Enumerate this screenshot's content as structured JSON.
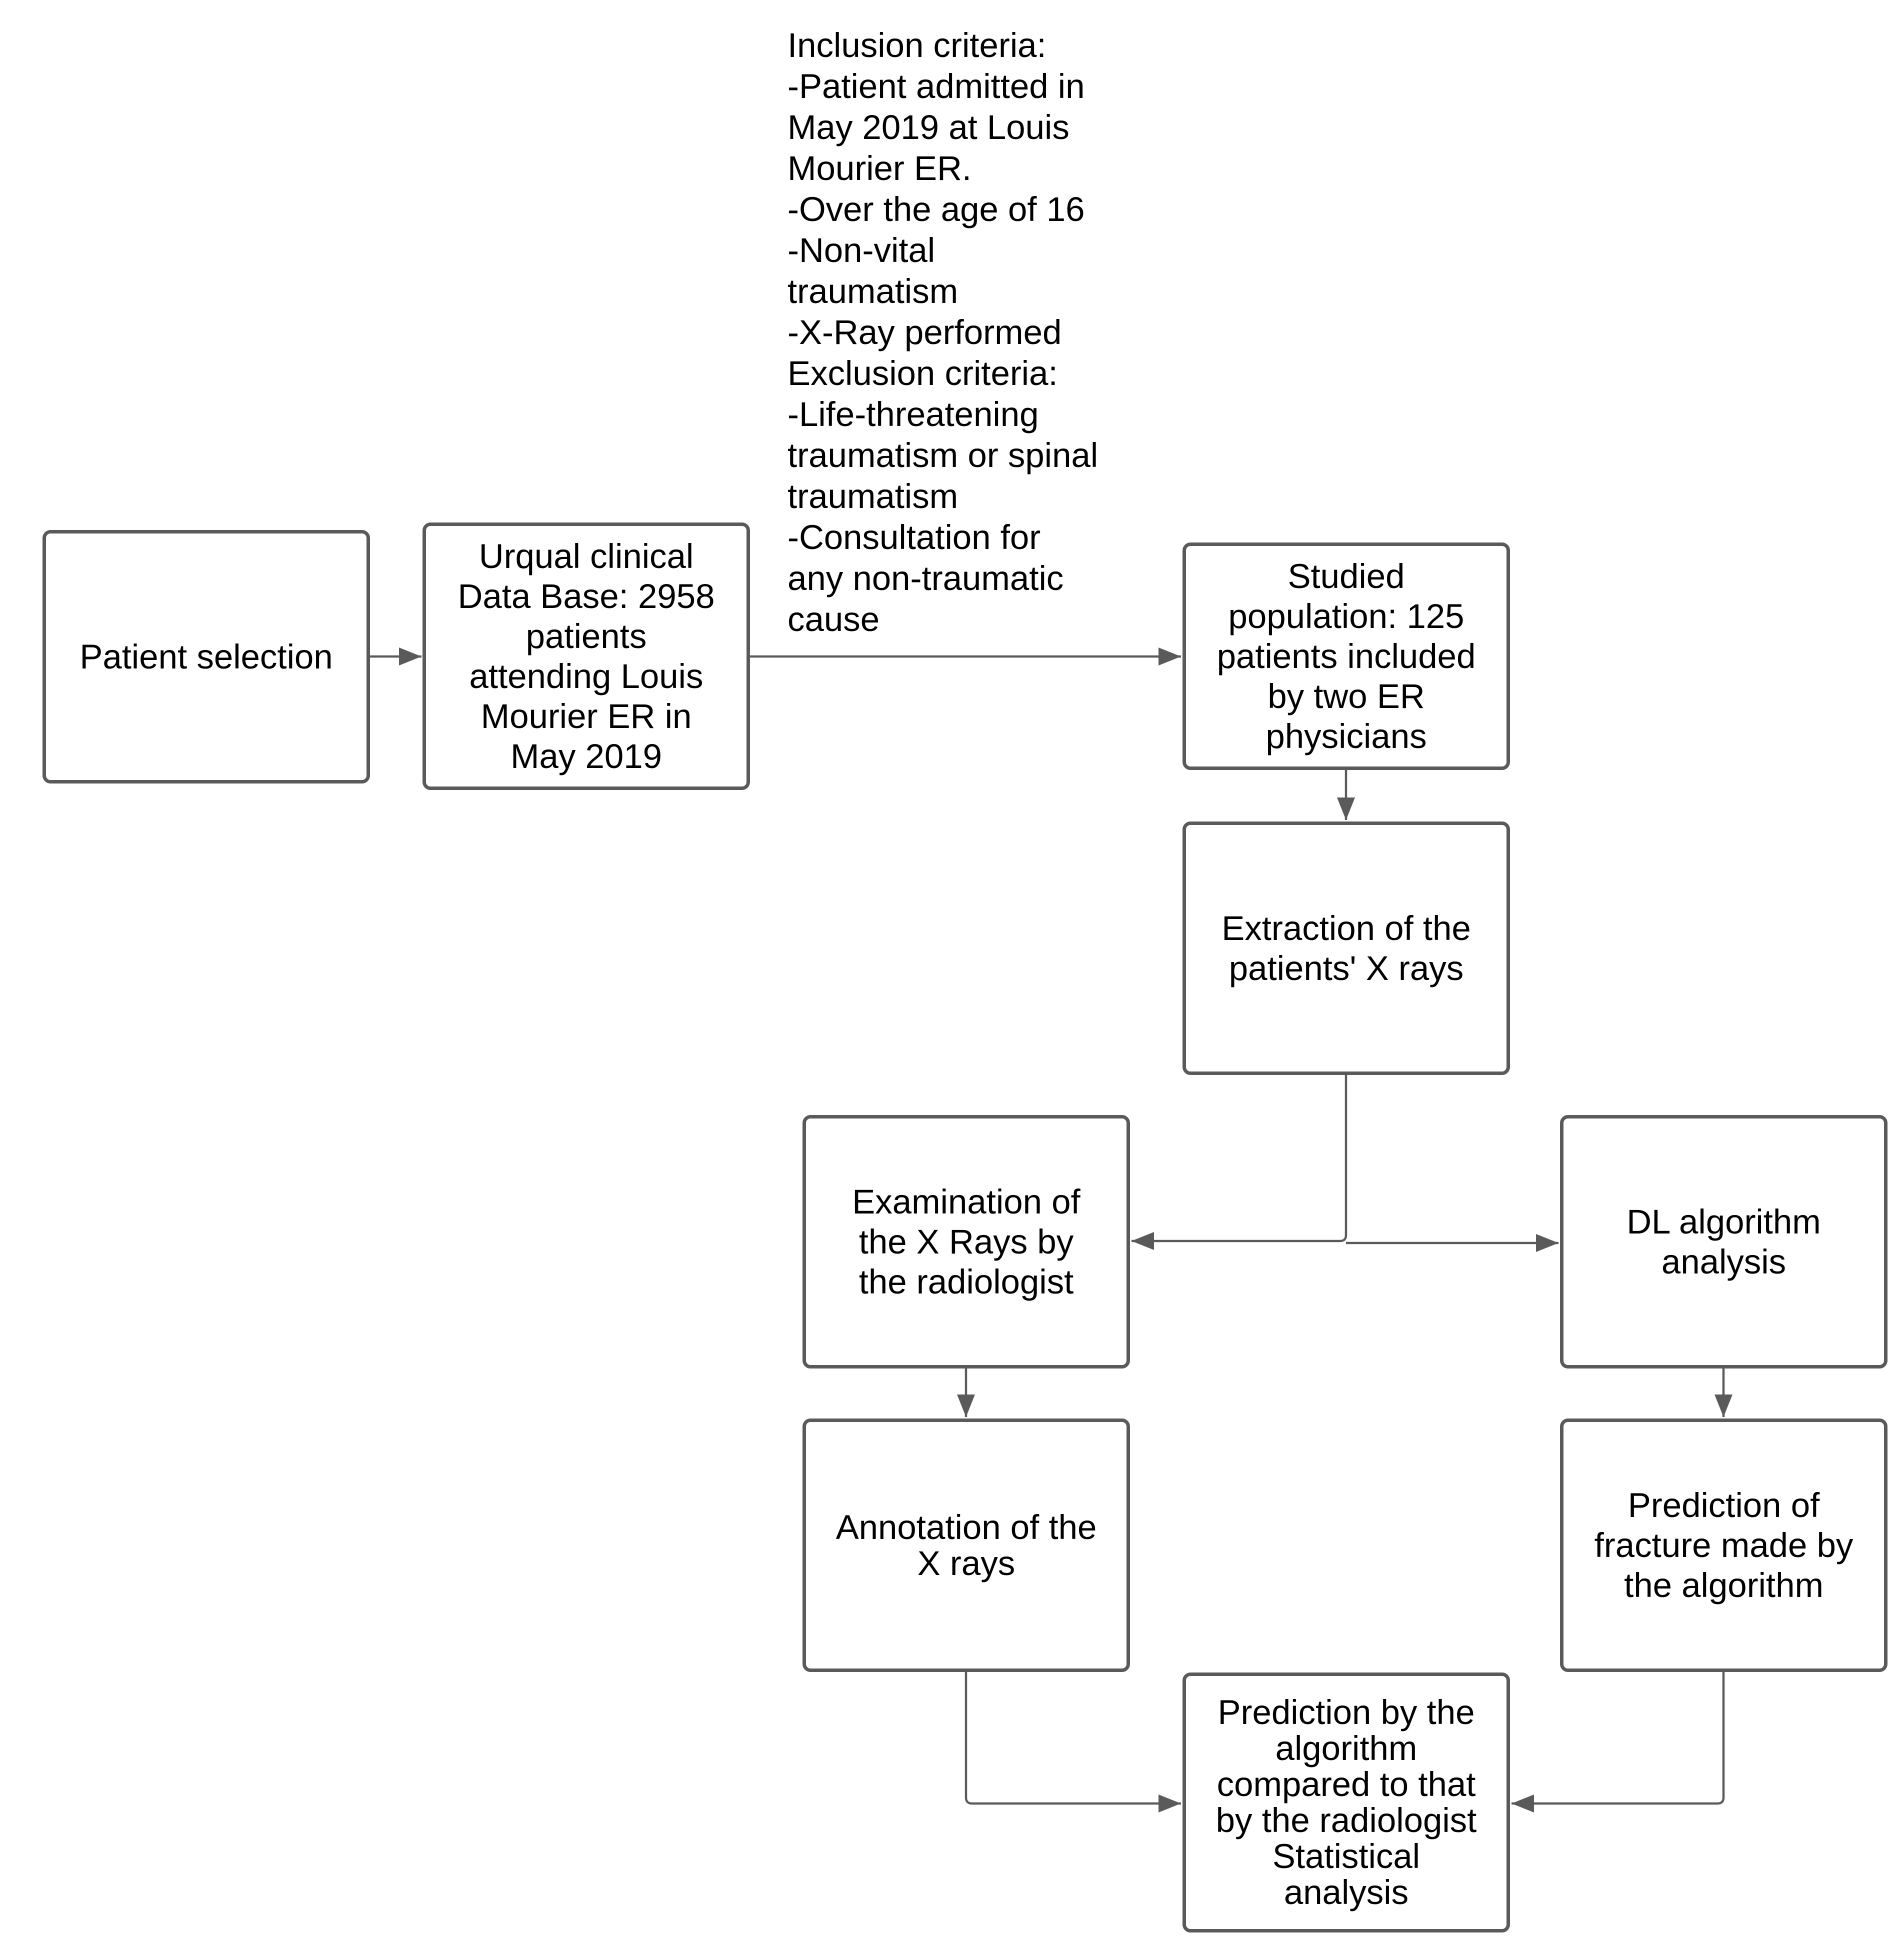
{
  "diagram": {
    "nodes": {
      "patient_selection": "Patient selection",
      "urqual": "Urqual clinical\nData Base: 2958\npatients\nattending Louis\nMourier ER in\nMay 2019",
      "studied": "Studied\npopulation: 125\npatients included\nby two ER\nphysicians",
      "extraction": "Extraction of the\npatients' X rays",
      "examination": "Examination of\nthe X Rays by\nthe radiologist",
      "dl": "DL algorithm\nanalysis",
      "annotation": "Annotation of the\nX rays",
      "prediction_alg": "Prediction of\nfracture made by\nthe algorithm",
      "comparison": "Prediction by the\nalgorithm\ncompared to that\nby the radiologist\nStatistical\nanalysis"
    },
    "criteria": "Inclusion criteria:\n-Patient admitted in\nMay 2019 at Louis\nMourier ER.\n-Over the age of 16\n-Non-vital\ntraumatism\n-X-Ray performed\nExclusion criteria:\n-Life-threatening\ntraumatism or spinal\ntraumatism\n-Consultation for\nany non-traumatic\ncause",
    "edges": [
      {
        "from": "patient_selection",
        "to": "urqual"
      },
      {
        "from": "urqual",
        "to": "studied"
      },
      {
        "from": "studied",
        "to": "extraction"
      },
      {
        "from": "extraction",
        "to": "examination"
      },
      {
        "from": "extraction",
        "to": "dl"
      },
      {
        "from": "examination",
        "to": "annotation"
      },
      {
        "from": "dl",
        "to": "prediction_alg"
      },
      {
        "from": "annotation",
        "to": "comparison"
      },
      {
        "from": "prediction_alg",
        "to": "comparison"
      }
    ],
    "colors": {
      "border": "#5a5a5a",
      "arrow": "#5a5a5a",
      "text": "#000000",
      "background": "#ffffff"
    }
  }
}
